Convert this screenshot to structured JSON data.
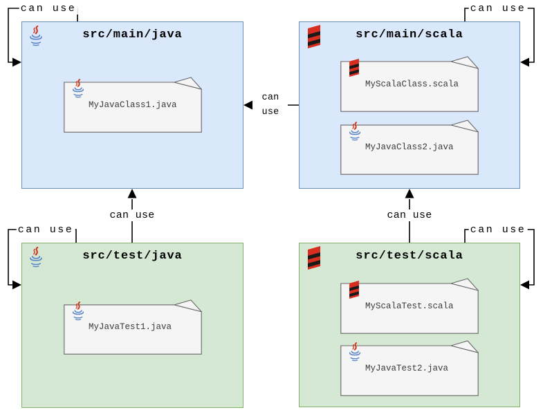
{
  "diagram": {
    "boxes": [
      {
        "id": "main-java",
        "title": "src/main/java",
        "lang": "java",
        "kind": "main",
        "files": [
          {
            "name": "MyJavaClass1.java",
            "lang": "java"
          }
        ]
      },
      {
        "id": "main-scala",
        "title": "src/main/scala",
        "lang": "scala",
        "kind": "main",
        "files": [
          {
            "name": "MyScalaClass.scala",
            "lang": "scala"
          },
          {
            "name": "MyJavaClass2.java",
            "lang": "java"
          }
        ]
      },
      {
        "id": "test-java",
        "title": "src/test/java",
        "lang": "java",
        "kind": "test",
        "files": [
          {
            "name": "MyJavaTest1.java",
            "lang": "java"
          }
        ]
      },
      {
        "id": "test-scala",
        "title": "src/test/scala",
        "lang": "scala",
        "kind": "test",
        "files": [
          {
            "name": "MyScalaTest.scala",
            "lang": "scala"
          },
          {
            "name": "MyJavaTest2.java",
            "lang": "java"
          }
        ]
      }
    ],
    "edges": [
      {
        "from": "src/main/java",
        "to": "src/main/java",
        "label": "can use",
        "type": "self-loop"
      },
      {
        "from": "src/main/scala",
        "to": "src/main/scala",
        "label": "can use",
        "type": "self-loop"
      },
      {
        "from": "src/main/scala",
        "to": "src/main/java",
        "label": "can use",
        "type": "arrow"
      },
      {
        "from": "src/test/java",
        "to": "src/test/java",
        "label": "can use",
        "type": "self-loop"
      },
      {
        "from": "src/test/java",
        "to": "src/main/java",
        "label": "can use",
        "type": "arrow"
      },
      {
        "from": "src/test/scala",
        "to": "src/test/scala",
        "label": "can use",
        "type": "self-loop"
      },
      {
        "from": "src/test/scala",
        "to": "src/main/scala",
        "label": "can use",
        "type": "arrow"
      }
    ],
    "colors": {
      "main_fill": "#dae8fc",
      "main_border": "#6c8ebf",
      "test_fill": "#d5e8d4",
      "test_border": "#82b366",
      "file_fill": "#f5f5f5",
      "file_border": "#666666",
      "arrow": "#000000",
      "java_flame": "#cf3b22",
      "java_cup": "#5b84c9",
      "scala_red": "#d92d20",
      "scala_stripe": "#1a1a1a"
    }
  }
}
